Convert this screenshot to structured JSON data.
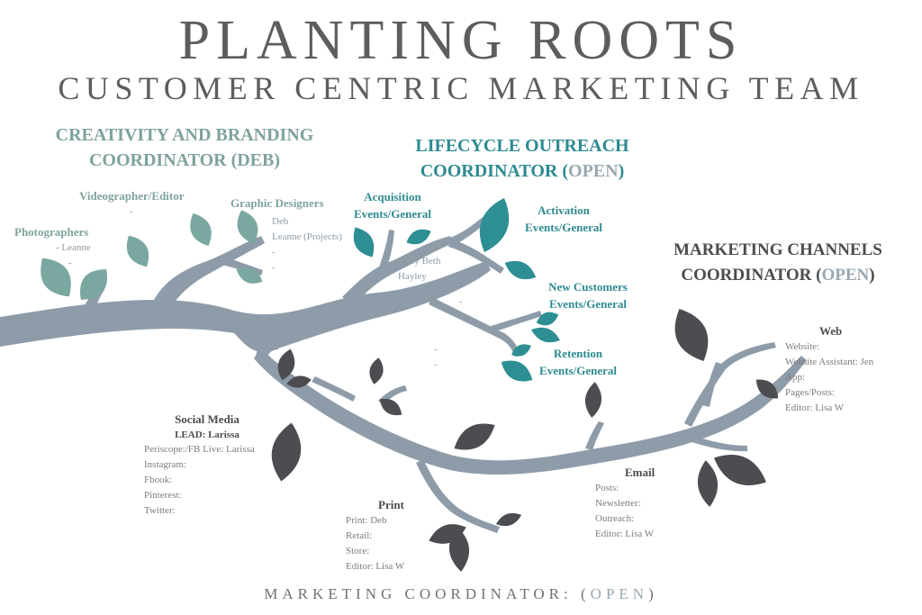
{
  "title": "PLANTING ROOTS",
  "subtitle": "CUSTOMER CENTRIC MARKETING TEAM",
  "colors": {
    "branch": "#8d9ca8",
    "sage_leaf": "#7ba7a1",
    "teal_leaf": "#2d8f94",
    "dark_leaf": "#4b4d50",
    "open_text": "#9aa8b1"
  },
  "creativity": {
    "heading_line1": "CREATIVITY AND BRANDING",
    "heading_line2": "COORDINATOR (DEB)",
    "photographers": {
      "label": "Photographers",
      "members": [
        "- Leanne",
        "-"
      ]
    },
    "videographer": {
      "label": "Videographer/Editor",
      "members": [
        "-"
      ]
    },
    "graphic": {
      "label": "Graphic Designers",
      "members": [
        "Deb",
        "Leanne (Projects)",
        "-",
        "-"
      ]
    }
  },
  "lifecycle": {
    "heading_line1": "LIFECYCLE OUTREACH",
    "heading_line2_prefix": "COORDINATOR (",
    "heading_open": "OPEN",
    "heading_line2_suffix": ")",
    "acquisition": {
      "line1": "Acquisition",
      "line2": "Events/General",
      "members": [
        "Mary Beth",
        "Hayley"
      ]
    },
    "activation": {
      "line1": "Activation",
      "line2": "Events/General",
      "members": [
        "-",
        "-"
      ]
    },
    "new_customers": {
      "line1": "New Customers",
      "line2": "Events/General",
      "members": [
        "-",
        "-"
      ]
    },
    "retention": {
      "line1": "Retention",
      "line2": "Events/General"
    }
  },
  "channels": {
    "heading_line1": "MARKETING CHANNELS",
    "heading_line2_prefix": "COORDINATOR (",
    "heading_open": "OPEN",
    "heading_line2_suffix": ")",
    "web": {
      "label": "Web",
      "items": [
        "Website:",
        "Website Assistant: Jen",
        "App:",
        "Pages/Posts:",
        "Editor: Lisa W"
      ]
    },
    "social": {
      "label": "Social Media",
      "lead": "LEAD: Larissa",
      "items": [
        "Periscope:/FB Live: Larissa",
        "Instagram:",
        "Fbook:",
        "Pinterest:",
        "Twitter:"
      ]
    },
    "print": {
      "label": "Print",
      "items": [
        "Print: Deb",
        "Retail:",
        "Store:",
        "Editor: Lisa W"
      ]
    },
    "email": {
      "label": "Email",
      "items": [
        "Posts:",
        "Newsletter:",
        "Outreach:",
        "Editor: Lisa W"
      ]
    }
  },
  "footer": {
    "prefix": "MARKETING COORDINATOR: (",
    "open": "OPEN",
    "suffix": ")"
  }
}
